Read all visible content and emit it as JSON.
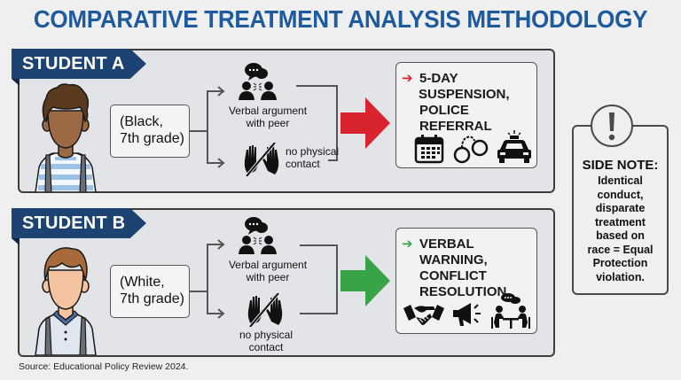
{
  "title": "COMPARATIVE TREATMENT ANALYSIS METHODOLOGY",
  "colors": {
    "title": "#1d5a9e",
    "ribbon": "#1d4373",
    "harsh_arrow": "#d9232f",
    "lenient_arrow": "#38a347",
    "panel_bg": "#e2e4e8"
  },
  "students": [
    {
      "label": "STUDENT A",
      "descriptor_line1": "(Black,",
      "descriptor_line2": "7th grade)",
      "behaviors": [
        {
          "icon": "argument-icon",
          "label_line1": "Verbal argument",
          "label_line2": "with peer"
        },
        {
          "icon": "no-physical-contact-icon",
          "label_line1": "no physical",
          "label_line2": "contact"
        }
      ],
      "arrow_color": "red",
      "outcome_marker": "➔",
      "outcome_lines": [
        "5-DAY",
        "SUSPENSION,",
        "POLICE REFERRAL"
      ],
      "outcome_icons": [
        "calendar-icon",
        "handcuffs-icon",
        "police-car-icon"
      ]
    },
    {
      "label": "STUDENT B",
      "descriptor_line1": "(White,",
      "descriptor_line2": "7th grade)",
      "behaviors": [
        {
          "icon": "argument-icon",
          "label_line1": "Verbal argument",
          "label_line2": "with peer"
        },
        {
          "icon": "no-physical-contact-icon",
          "label_line1": "no physical",
          "label_line2": "contact"
        }
      ],
      "arrow_color": "green",
      "outcome_marker": "➔",
      "outcome_lines": [
        "VERBAL WARNING,",
        "CONFLICT",
        "RESOLUTION"
      ],
      "outcome_icons": [
        "handshake-icon",
        "megaphone-icon",
        "meeting-icon"
      ]
    }
  ],
  "side_note": {
    "icon": "exclamation-icon",
    "title": "SIDE NOTE:",
    "lines": [
      "Identical",
      "conduct,",
      "disparate",
      "treatment",
      "based on",
      "race = Equal",
      "Protection",
      "violation."
    ]
  },
  "source": "Source: Educational Policy Review 2024."
}
